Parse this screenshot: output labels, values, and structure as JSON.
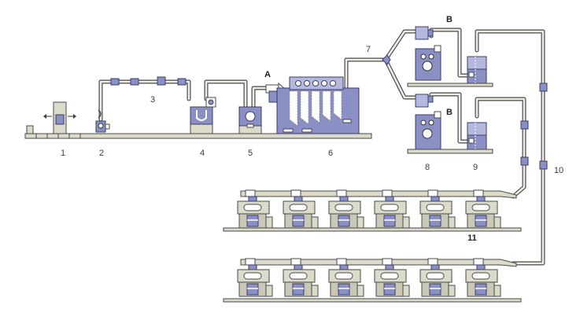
{
  "colors": {
    "machine_blue": "#8a8fc4",
    "machine_light_blue": "#b4b8dc",
    "floor_beige": "#dcdbc9",
    "outline": "#4a4a4a"
  },
  "labels": {
    "l1": "1",
    "l2": "2",
    "l3": "3",
    "l4": "4",
    "l5": "5",
    "l6": "6",
    "l7": "7",
    "l8": "8",
    "l9": "9",
    "l10": "10",
    "l11": "11",
    "lA": "A",
    "lB1": "B",
    "lB2": "B"
  },
  "spinning_row_count": 6
}
